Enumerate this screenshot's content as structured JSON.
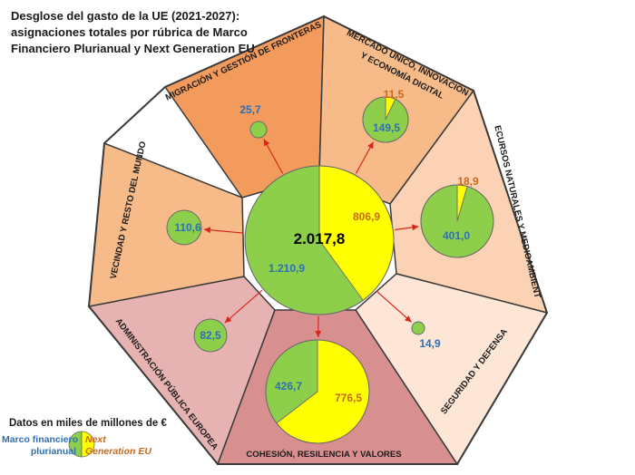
{
  "title_lines": [
    "Desglose del gasto de la UE (2021-2027):",
    "asignaciones totales por rúbrica de Marco",
    "Financiero Plurianual y Next Generation EU"
  ],
  "units_note": "Datos en miles de millones de €",
  "legend": {
    "mff_line1": "Marco financiero",
    "mff_line2": "plurianual",
    "ngeu_line1": "Next",
    "ngeu_line2": "Generation EU",
    "mff_color": "#8dcf4a",
    "ngeu_color": "#ffff00"
  },
  "center": {
    "total": "2.017,8",
    "mff": "1.210,9",
    "ngeu": "806,9",
    "mff_value": 1210.9,
    "ngeu_value": 806.9
  },
  "segments": [
    {
      "label": "MIGRACIÓN Y GESTIÓN DE FRONTERAS",
      "color": "#f39b5c",
      "mff": "25,7",
      "mff_value": 25.7
    },
    {
      "label_line1": "MERCADO ÚNICO, INNOVACIÓN",
      "label_line2": "Y ECONOMÍA  DIGITAL",
      "color": "#f7bb8a",
      "mff": "149,5",
      "ngeu": "11,5",
      "mff_value": 149.5,
      "ngeu_value": 11.5
    },
    {
      "label": "RECURSOS NATURALES Y MEDIOAMBIENTE",
      "color": "#fbd3b4",
      "mff": "401,0",
      "ngeu": "18,9",
      "mff_value": 401.0,
      "ngeu_value": 18.9
    },
    {
      "label": "SEGURIDAD Y DEFENSA",
      "color": "#fde6d6",
      "mff": "14,9",
      "mff_value": 14.9
    },
    {
      "label": "COHESIÓN, RESILENCIA Y VALORES",
      "color": "#d88f90",
      "mff": "426,7",
      "ngeu": "776,5",
      "mff_value": 426.7,
      "ngeu_value": 776.5
    },
    {
      "label": "ADMINISTRACIÓN PÚBLICA EUROPEA",
      "color": "#e7b3b2",
      "mff": "82,5",
      "mff_value": 82.5
    },
    {
      "label": "VECINDAD Y RESTO DEL MUNDO",
      "color": "#f7bb8a",
      "mff": "110,6",
      "mff_value": 110.6
    }
  ]
}
